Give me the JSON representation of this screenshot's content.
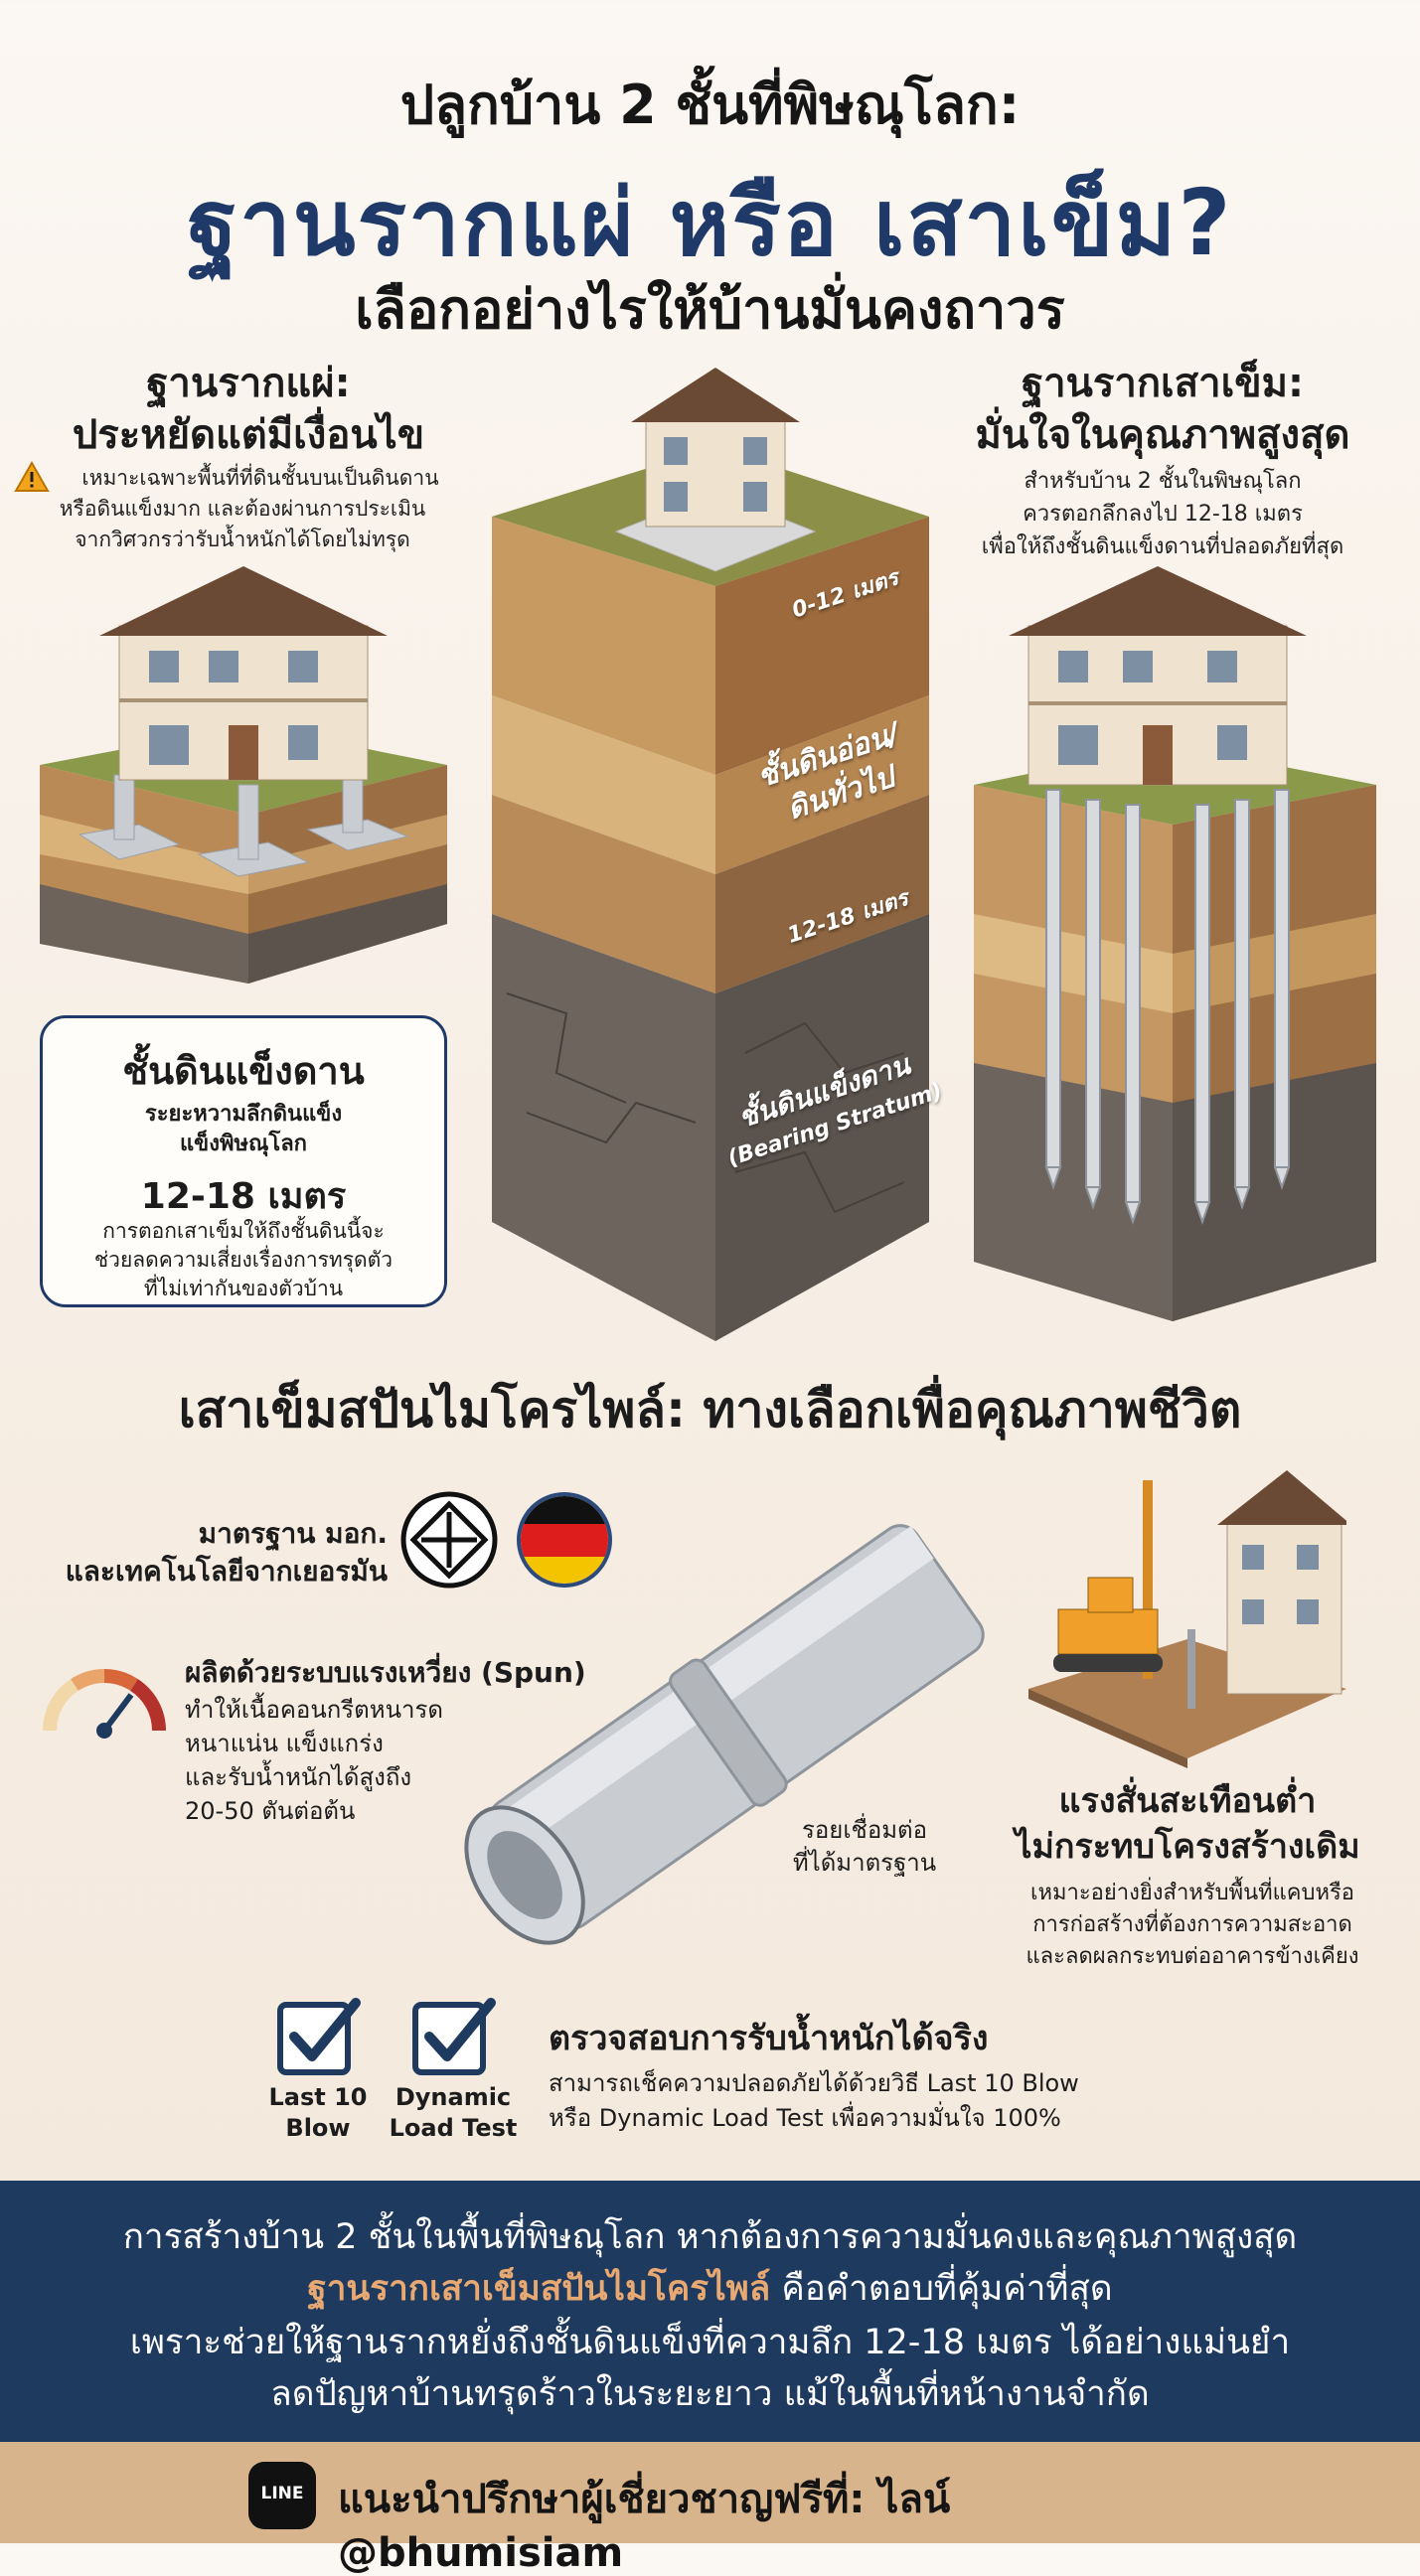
{
  "header": {
    "line1": "ปลูกบ้าน 2 ชั้นที่พิษณุโลก:",
    "line2": "ฐานรากแผ่ หรือ เสาเข็ม?",
    "line3": "เลือกอย่างไรให้บ้านมั่นคงถาวร"
  },
  "left": {
    "title_l1": "ฐานรากแผ่:",
    "title_l2": "ประหยัดแต่มีเงื่อนไข",
    "note_l1": "เหมาะเฉพาะพื้นที่ที่ดินชั้นบนเป็นดินดาน",
    "note_l2": "หรือดินแข็งมาก และต้องผ่านการประเมิน",
    "note_l3": "จากวิศวกรว่ารับน้ำหนักได้โดยไม่ทรุด",
    "icon": "warning-icon"
  },
  "right": {
    "title_l1": "ฐานรากเสาเข็ม:",
    "title_l2": "มั่นใจในคุณภาพสูงสุด",
    "note_l1": "สำหรับบ้าน 2 ชั้นในพิษณุโลก",
    "note_l2": "ควรตอกลึกลงไป 12-18 เมตร",
    "note_l3": "เพื่อให้ถึงชั้นดินแข็งดานที่ปลอดภัยที่สุด"
  },
  "center": {
    "depth_top": "0-12 เมตร",
    "soft_soil_l1": "ชั้นดินอ่อน/",
    "soft_soil_l2": "ดินทั่วไป",
    "depth_mid": "12-18 เมตร",
    "hard_l1": "ชั้นดินแข็งดาน",
    "hard_l2": "(Bearing Stratum)"
  },
  "info_box": {
    "title": "ชั้นดินแข็งดาน",
    "sub_l1": "ระยะหวามลึกดินแข็ง",
    "sub_l2": "แข็งพิษณุโลก",
    "depth": "12-18 เมตร",
    "desc_l1": "การตอกเสาเข็มให้ถึงชั้นดินนี้จะ",
    "desc_l2": "ช่วยลดความเสี่ยงเรื่องการทรุดตัว",
    "desc_l3": "ที่ไม่เท่ากันของตัวบ้าน"
  },
  "section2": {
    "title": "เสาเข็มสปันไมโครไพล์: ทางเลือกเพื่อคุณภาพชีวิต",
    "std_l1": "มาตรฐาน มอก.",
    "std_l2": "และเทคโนโลยีจากเยอรมัน",
    "spun_title": "ผลิตด้วยระบบแรงเหวี่ยง (Spun)",
    "spun_l1": "ทำให้เนื้อคอนกรีตหนารด",
    "spun_l2": "หนาแน่น แข็งแกร่ง",
    "spun_l3": "และรับน้ำหนักได้สูงถึง",
    "spun_l4": "20-50 ตันต่อต้น",
    "weld_l1": "รอยเชื่อมต่อ",
    "weld_l2": "ที่ได้มาตรฐาน",
    "vib_l1": "แรงสั่นสะเทือนต่ำ",
    "vib_l2": "ไม่กระทบโครงสร้างเดิม",
    "vib_desc_l1": "เหมาะอย่างยิ่งสำหรับพื้นที่แคบหรือ",
    "vib_desc_l2": "การก่อสร้างที่ต้องการความสะอาด",
    "vib_desc_l3": "และลดผลกระทบต่ออาคารข้างเคียง",
    "check1_l1": "Last 10",
    "check1_l2": "Blow",
    "check2_l1": "Dynamic",
    "check2_l2": "Load Test",
    "load_title": "ตรวจสอบการรับน้ำหนักได้จริง",
    "load_l1": "สามารถเช็คความปลอดภัยได้ด้วยวิธี Last 10 Blow",
    "load_l2": "หรือ Dynamic Load Test เพื่อความมั่นใจ 100%"
  },
  "band": {
    "l1": "การสร้างบ้าน 2 ชั้นในพื้นที่พิษณุโลก หากต้องการความมั่นคงและคุณภาพสูงสุด",
    "l2_highlight": "ฐานรากเสาเข็มสปันไมโครไพล์",
    "l2_rest": " คือคำตอบที่คุ้มค่าที่สุด",
    "l3": "เพราะช่วยให้ฐานรากหยั่งถึงชั้นดินแข็งที่ความลึก 12-18 เมตร ได้อย่างแม่นยำ",
    "l4": "ลดปัญหาบ้านทรุดร้าวในระยะยาว แม้ในพื้นที่หน้างานจำกัด"
  },
  "cta": {
    "text": "แนะนำปรึกษาผู้เชี่ยวชาญฟรีที่: ไลน์ @bhumisiam",
    "line_word": "LINE"
  },
  "colors": {
    "navy": "#1f3a5f",
    "title_blue": "#1f3a68",
    "highlight": "#e8a872",
    "cta_bg": "#d7b48c"
  }
}
